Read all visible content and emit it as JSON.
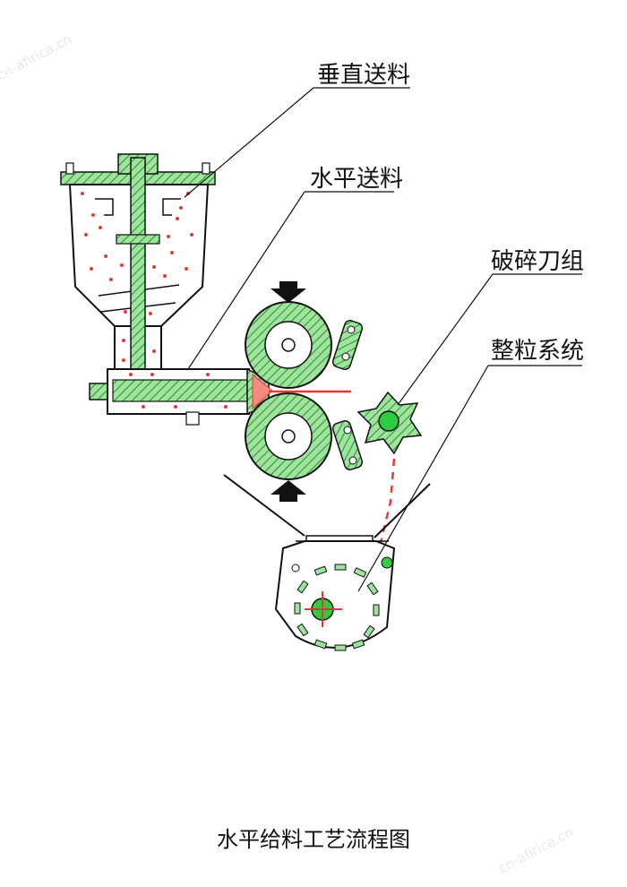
{
  "labels": {
    "vertical_feed": "垂直送料",
    "horizontal_feed": "水平送料",
    "crusher_blades": "破碎刀组",
    "granulating_system": "整粒系统"
  },
  "caption": "水平给料工艺流程图",
  "watermark": "cn-afirica.cn",
  "colors": {
    "machine_fill": "#9ee39e",
    "machine_dark": "#2e8b2e",
    "outline": "#111111",
    "material": "#e53935",
    "arrow": "#111111"
  }
}
